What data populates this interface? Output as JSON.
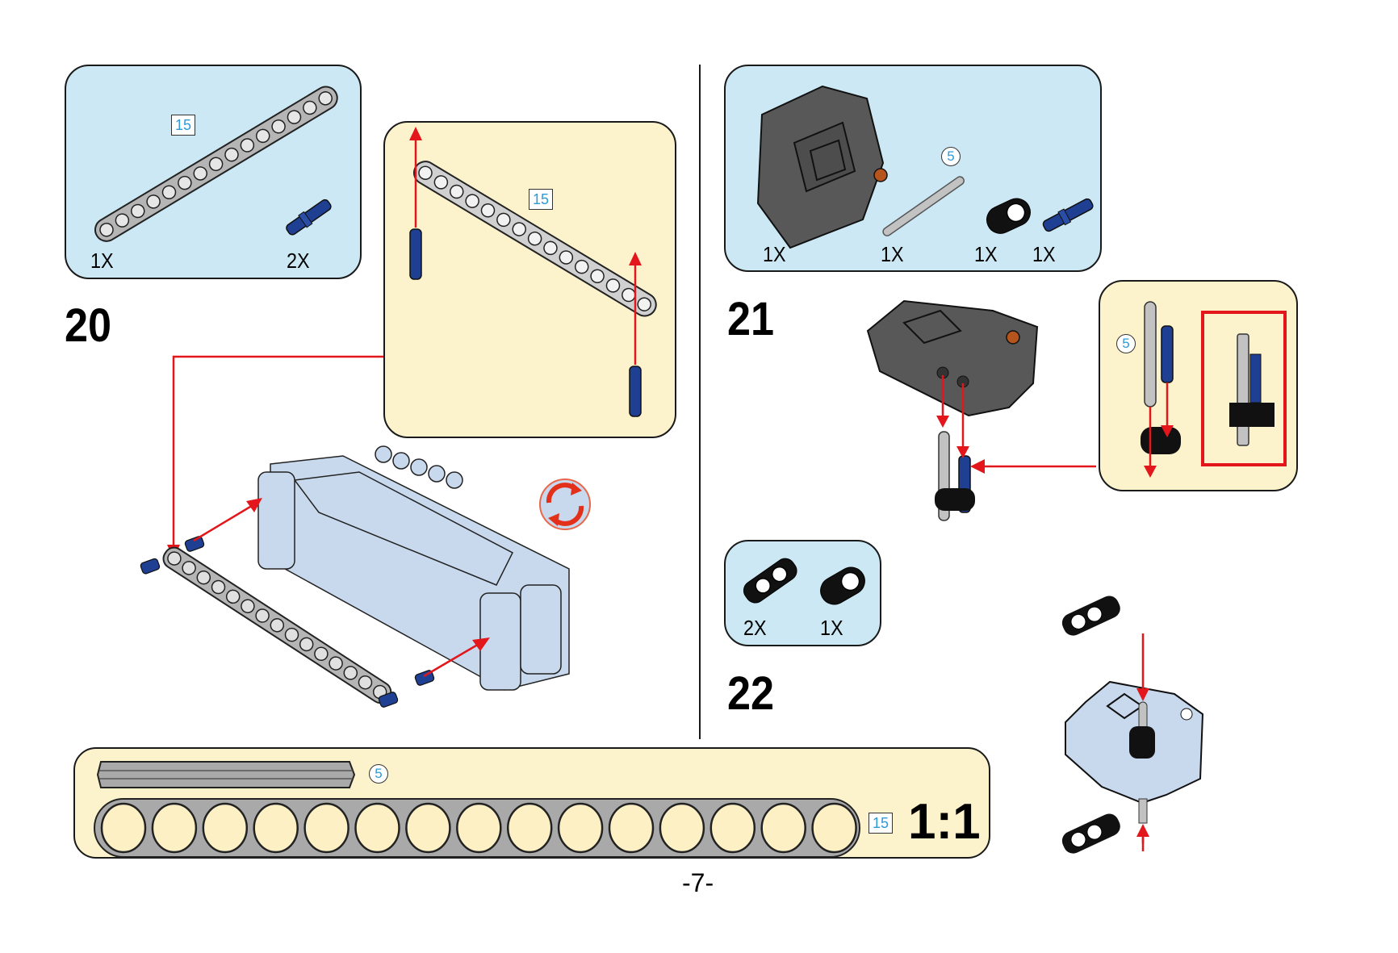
{
  "page": {
    "number": "-7-"
  },
  "colors": {
    "parts_panel": "#cbe8f4",
    "subassembly_panel": "#fcf3cc",
    "arrow": "#e3161b",
    "beam_gray": "#b5b5b5",
    "pin_blue": "#1f3f93",
    "dark_gray": "#585858",
    "light_blue_model": "#c8d9ee",
    "length_label": "#2f9ad8"
  },
  "steps": [
    {
      "number": "20",
      "parts": [
        {
          "name": "beam-15",
          "length_label": "15",
          "quantity": "1X",
          "icon": "beam-icon"
        },
        {
          "name": "blue-pin",
          "quantity": "2X",
          "icon": "pin-icon"
        }
      ],
      "subassembly": {
        "length_label": "15"
      },
      "rotate_icon": "rotate-icon"
    },
    {
      "number": "21",
      "parts": [
        {
          "name": "servo-motor",
          "quantity": "1X",
          "icon": "motor-icon"
        },
        {
          "name": "axle-5",
          "length_label": "5",
          "quantity": "1X",
          "icon": "axle-icon"
        },
        {
          "name": "black-connector",
          "quantity": "1X",
          "icon": "connector-icon"
        },
        {
          "name": "blue-pin",
          "quantity": "1X",
          "icon": "pin-icon"
        }
      ],
      "subassembly": {
        "length_label": "5"
      }
    },
    {
      "number": "22",
      "parts": [
        {
          "name": "black-perpendicular-connector",
          "quantity": "2X",
          "icon": "connector-icon"
        },
        {
          "name": "black-connector",
          "quantity": "1X",
          "icon": "connector-icon"
        }
      ]
    }
  ],
  "ruler": {
    "axle_label": "5",
    "beam_label": "15",
    "beam_holes": 15,
    "scale": "1:1"
  }
}
